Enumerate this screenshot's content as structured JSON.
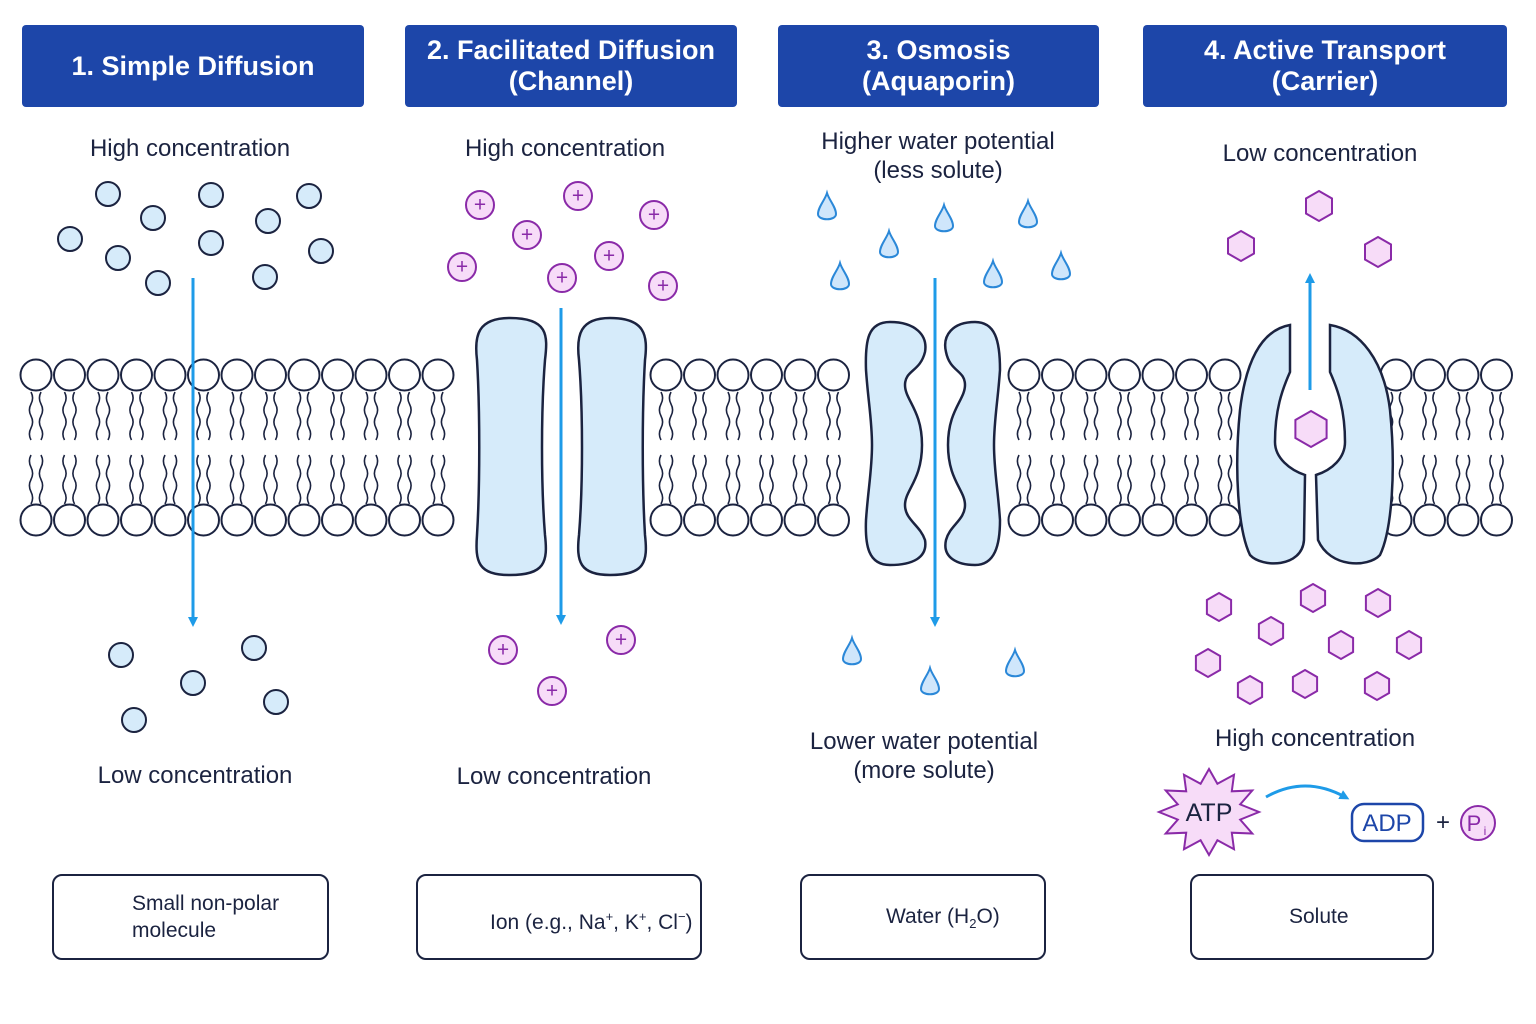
{
  "panels": [
    {
      "header_line1": "1. Simple Diffusion",
      "header_line2": "",
      "top_label_line1": "High concentration",
      "top_label_line2": "",
      "bottom_label_line1": "Low concentration",
      "bottom_label_line2": "",
      "legend_line1": "Small non-polar",
      "legend_line2": "molecule"
    },
    {
      "header_line1": "2. Facilitated Diffusion",
      "header_line2": "(Channel)",
      "top_label_line1": "High concentration",
      "top_label_line2": "",
      "bottom_label_line1": "Low concentration",
      "bottom_label_line2": "",
      "legend_prefix": "Ion (e.g., Na",
      "legend_sup1": "+",
      "legend_mid1": ", K",
      "legend_sup2": "+",
      "legend_mid2": ", Cl",
      "legend_sup3": "−",
      "legend_suffix": ")"
    },
    {
      "header_line1": "3. Osmosis",
      "header_line2": "(Aquaporin)",
      "top_label_line1": "Higher water potential",
      "top_label_line2": "(less solute)",
      "bottom_label_line1": "Lower water potential",
      "bottom_label_line2": "(more solute)",
      "legend_prefix": "Water (H",
      "legend_sub": "2",
      "legend_suffix": "O)"
    },
    {
      "header_line1": "4. Active Transport",
      "header_line2": "(Carrier)",
      "top_label_line1": "Low concentration",
      "top_label_line2": "",
      "bottom_label_line1": "High concentration",
      "bottom_label_line2": "",
      "legend_line1": "Solute"
    }
  ],
  "energy": {
    "atp": "ATP",
    "adp": "ADP",
    "plus": "+",
    "pi_main": "P",
    "pi_sub": "i"
  },
  "ion_symbol": "+",
  "colors": {
    "header_bg": "#1d46a9",
    "arrow": "#1e9be8",
    "molecule_fill": "#d6ebfa",
    "ion_stroke": "#8a2aa8",
    "ion_fill": "#f7dcf8",
    "water_stroke": "#2b88d8",
    "water_fill": "#cfe6fb",
    "protein_fill": "#d6ebfa",
    "outline": "#1b2340"
  }
}
